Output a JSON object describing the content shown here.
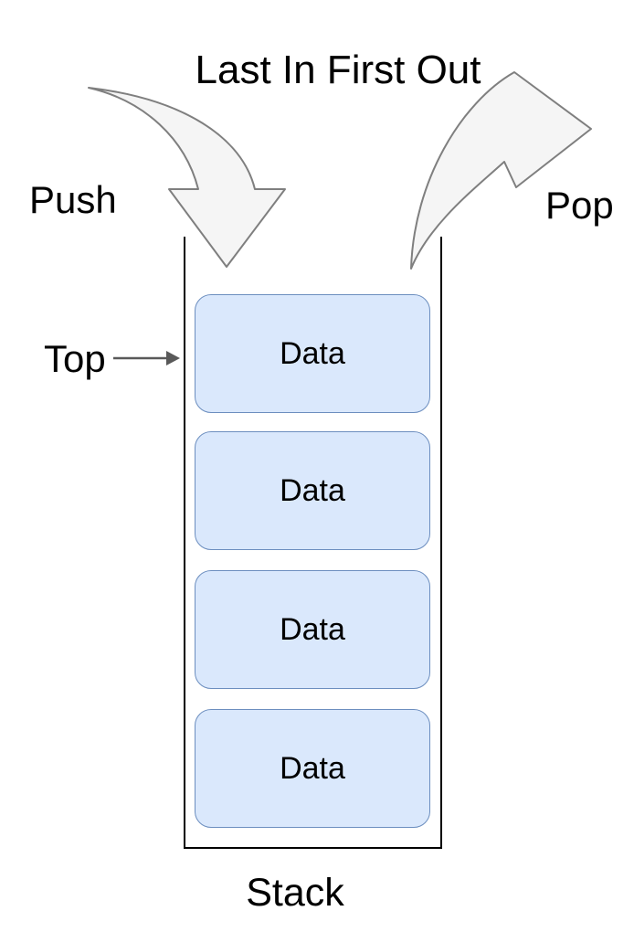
{
  "diagram": {
    "title": "Last In First Out",
    "labels": {
      "push": "Push",
      "pop": "Pop",
      "top": "Top",
      "stack": "Stack"
    },
    "boxes": [
      {
        "label": "Data"
      },
      {
        "label": "Data"
      },
      {
        "label": "Data"
      },
      {
        "label": "Data"
      }
    ],
    "icons": {
      "push_arrow": "curved-down-arrow-icon",
      "pop_arrow": "curved-up-right-arrow-icon",
      "top_pointer": "right-arrow-icon"
    },
    "colors": {
      "background": "#ffffff",
      "box_fill": "#dae8fc",
      "box_border": "#6c8ebf",
      "arrow_fill": "#f5f5f5",
      "arrow_stroke": "#7f7f7f",
      "container_stroke": "#000000",
      "pointer_stroke": "#595959",
      "text": "#000000"
    }
  }
}
